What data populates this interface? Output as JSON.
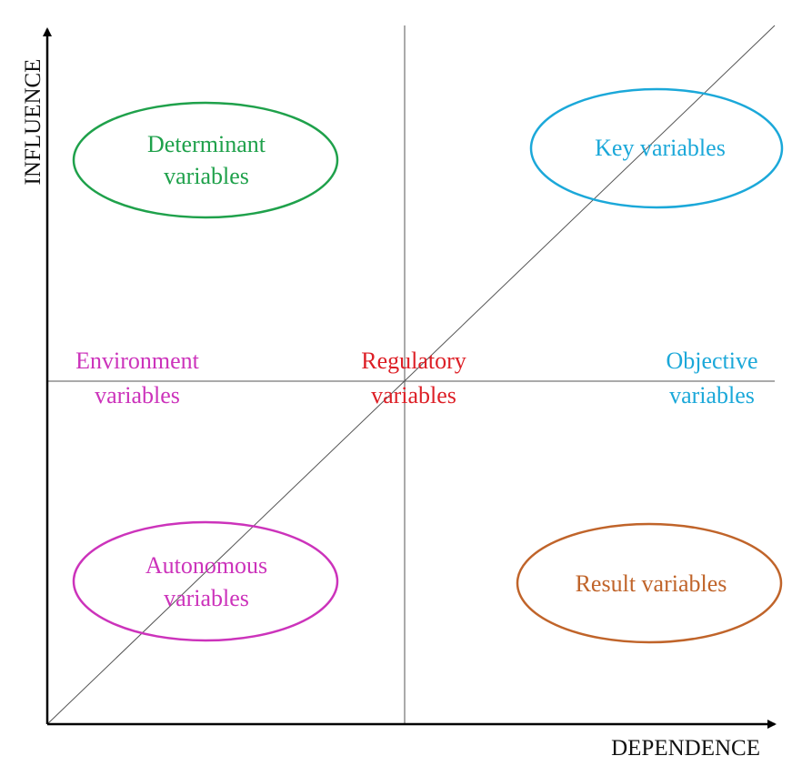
{
  "axes": {
    "x_label": "DEPENDENCE",
    "y_label": "INFLUENCE"
  },
  "groups": {
    "determinant": {
      "line1": "Determinant",
      "line2": "variables",
      "color": "#1fa14b"
    },
    "key": {
      "line1": "Key variables",
      "color": "#1ba8d9"
    },
    "environment": {
      "line1": "Environment",
      "line2": "variables",
      "color": "#cc33bb"
    },
    "regulatory": {
      "line1": "Regulatory",
      "line2": "variables",
      "color": "#dd1f26"
    },
    "objective": {
      "line1": "Objective",
      "line2": "variables",
      "color": "#1ba8d9"
    },
    "autonomous": {
      "line1": "Autonomous",
      "line2": "variables",
      "color": "#cc33bb"
    },
    "result": {
      "line1": "Result variables",
      "color": "#c0642a"
    }
  },
  "colors": {
    "axis": "#000000",
    "grid_line": "#555555"
  }
}
